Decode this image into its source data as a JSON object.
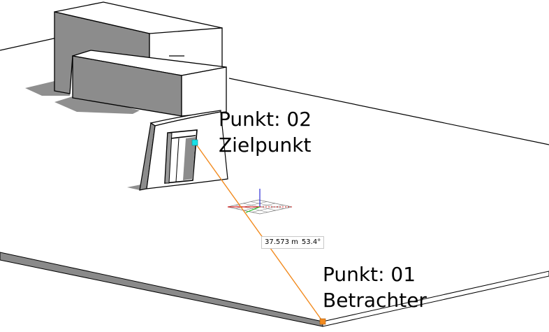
{
  "labels": {
    "target": {
      "line1": "Punkt: 02",
      "line2": "Zielpunkt"
    },
    "viewer": {
      "line1": "Punkt: 01",
      "line2": "Betrachter"
    }
  },
  "measurement": {
    "distance": "37.573 m",
    "angle": "53.4°"
  },
  "colors": {
    "background": "#ffffff",
    "edge": "#000000",
    "shadow": "#8c8c8c",
    "dark_face": "#9a9a9a",
    "measure_line": "#f28a1e",
    "viewer_point": "#f28a1e",
    "target_point": "#19e0e6",
    "axis_blue": "#2b2bd6",
    "axis_red": "#e02020",
    "axis_green": "#20c020"
  }
}
